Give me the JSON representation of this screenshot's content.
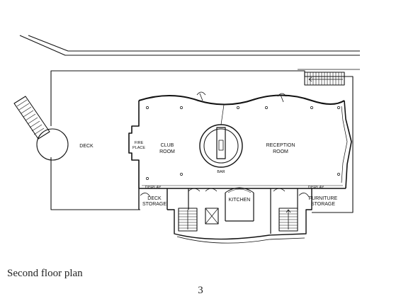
{
  "plan": {
    "rooms": {
      "deck": "DECK",
      "club_room": [
        "CLUB",
        "ROOM"
      ],
      "fireplace": [
        "FIRE",
        "PLACE"
      ],
      "bar": "BAR",
      "reception_room": [
        "RECEPTION",
        "ROOM"
      ],
      "display_left": "DISPLAY",
      "display_right": "DISPLAY",
      "deck_storage": [
        "DECK",
        "STORAGE"
      ],
      "kitchen": "KITCHEN",
      "furniture_storage": [
        "FURNITURE",
        "STORAGE"
      ]
    }
  },
  "caption": "Second floor plan",
  "page_number": "3"
}
